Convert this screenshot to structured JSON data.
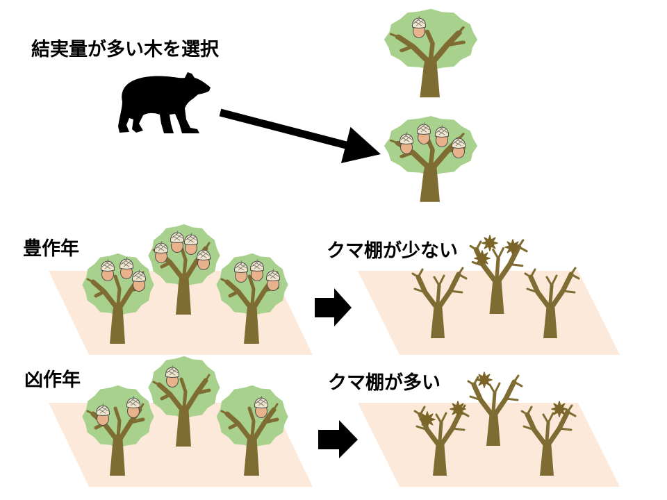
{
  "title": "結実量が多い木を選択",
  "bumper_year": {
    "label": "豊作年",
    "result": "クマ棚が少ない"
  },
  "poor_year": {
    "label": "凶作年",
    "result": "クマ棚が多い"
  },
  "icons": {
    "bear": "bear-icon",
    "selection_arrow": "arrow-icon",
    "fruiting_tree": "fruiting-tree-icon",
    "acorn": "acorn-icon",
    "bare_tree": "bare-tree-icon",
    "bear_shelf": "bear-shelf-icon",
    "result_arrow": "block-arrow-icon"
  },
  "colors": {
    "canopy": "#a9d18e",
    "trunk": "#7f6c32",
    "ground": "#fde9d9",
    "acorn": "#e8b38a",
    "shelf": "#7a6428",
    "ink": "#000000"
  }
}
